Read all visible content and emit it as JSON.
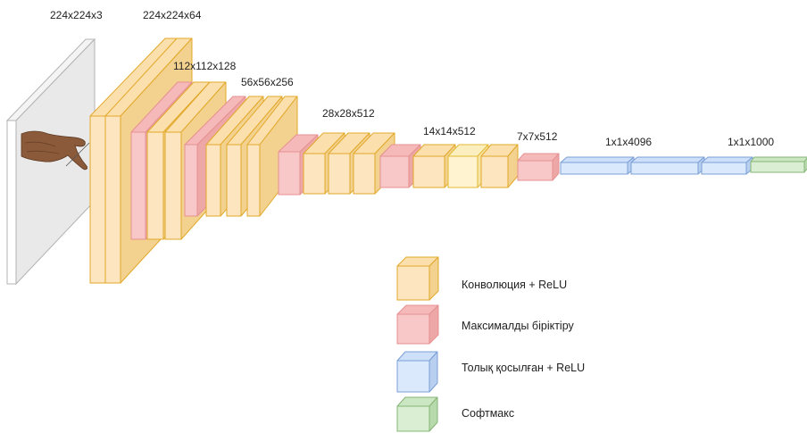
{
  "colors": {
    "conv": {
      "front": "#fce5bf",
      "side": "#f3d28f",
      "top": "#fbe0ad",
      "stroke": "#e2a82a"
    },
    "pool": {
      "front": "#f8c7c7",
      "side": "#eea7a7",
      "top": "#f6b9b9",
      "stroke": "#e59191"
    },
    "fc": {
      "front": "#dbe9fd",
      "side": "#b8cfef",
      "top": "#cddff9",
      "stroke": "#7b9fd6"
    },
    "softmax": {
      "front": "#d9eed3",
      "side": "#b7d9ab",
      "top": "#cbe6c2",
      "stroke": "#86b677"
    },
    "conv_light": {
      "front": "#fff4cf",
      "side": "#f8e6a7",
      "top": "#fbefc0",
      "stroke": "#e3b935"
    },
    "input": {
      "front": "#eeeeee",
      "side": "#d6d6d6",
      "top": "#e4e4e4",
      "stroke": "#a8a8a8"
    }
  },
  "input_image": {
    "icon": "hand-pointing-icon"
  },
  "dimension_labels": {
    "input": "224x224x3",
    "conv1": "224x224x64",
    "conv2": "112x112x128",
    "conv3": "56x56x256",
    "conv4": "28x28x512",
    "conv5": "14x14x512",
    "pool5": "7x7x512",
    "fc": "1x1x4096",
    "output": "1x1x1000"
  },
  "legend": {
    "conv": "Конволюция + ReLU",
    "pool": "Максималды біріктіру",
    "fc": "Толық қосылған + ReLU",
    "softmax": "Софтмакс"
  }
}
